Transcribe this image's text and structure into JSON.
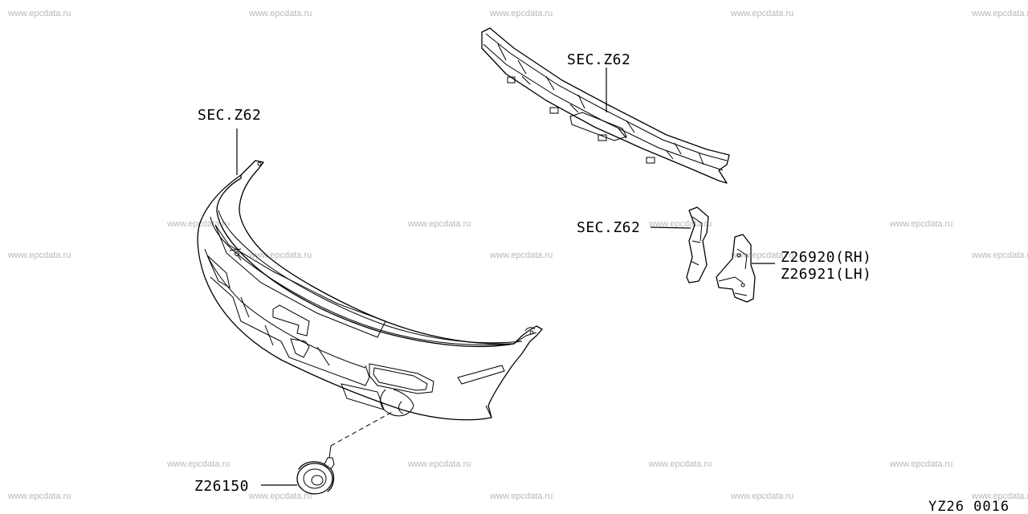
{
  "watermark": "www.epcdata.ru",
  "labels": {
    "sec_reinforcement": "SEC.Z62",
    "sec_fascia": "SEC.Z62",
    "sec_bracket": "SEC.Z62",
    "bracket_rh": "Z26920(RH)",
    "bracket_lh": "Z26921(LH)",
    "fog_lamp": "Z26150"
  },
  "diagram_ref": "YZ26 0016"
}
